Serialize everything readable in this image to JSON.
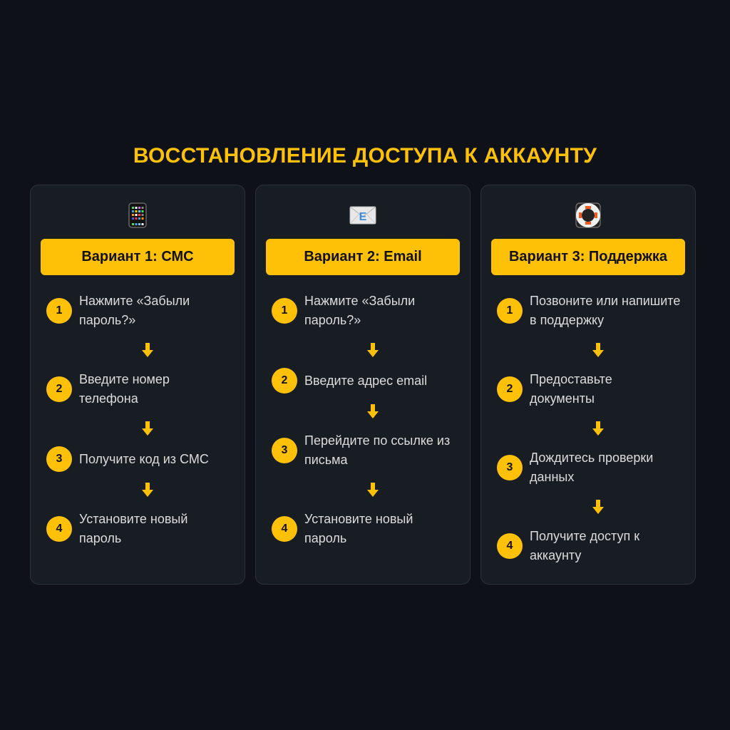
{
  "title": "ВОССТАНОВЛЕНИЕ ДОСТУПА К АККАУНТУ",
  "colors": {
    "background": "#0e1118",
    "card": "#181c23",
    "accent": "#ffc107",
    "text": "#dcdcdc"
  },
  "cards": [
    {
      "icon": "mobile-phone-icon",
      "header": "Вариант 1: СМС",
      "steps": [
        {
          "num": "1",
          "text": "Нажмите «Забыли пароль?»"
        },
        {
          "num": "2",
          "text": "Введите номер телефона"
        },
        {
          "num": "3",
          "text": "Получите код из СМС"
        },
        {
          "num": "4",
          "text": "Установите новый пароль"
        }
      ]
    },
    {
      "icon": "email-envelope-icon",
      "header": "Вариант 2: Email",
      "steps": [
        {
          "num": "1",
          "text": "Нажмите «Забыли пароль?»"
        },
        {
          "num": "2",
          "text": "Введите адрес email"
        },
        {
          "num": "3",
          "text": "Перейдите по ссылке из письма"
        },
        {
          "num": "4",
          "text": "Установите новый пароль"
        }
      ]
    },
    {
      "icon": "lifebuoy-icon",
      "header": "Вариант 3: Поддержка",
      "steps": [
        {
          "num": "1",
          "text": "Позвоните или напишите в поддержку"
        },
        {
          "num": "2",
          "text": "Предоставьте документы"
        },
        {
          "num": "3",
          "text": "Дождитесь проверки данных"
        },
        {
          "num": "4",
          "text": "Получите доступ к аккаунту"
        }
      ]
    }
  ]
}
